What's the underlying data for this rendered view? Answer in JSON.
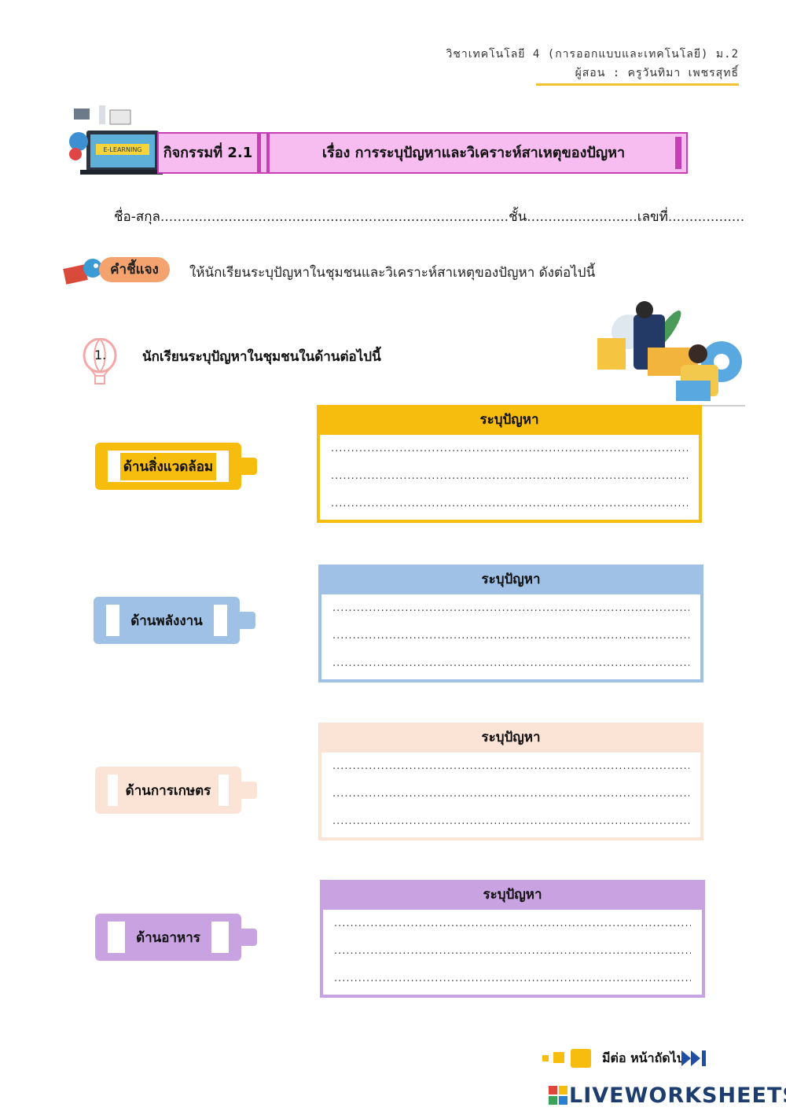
{
  "header": {
    "subject": "วิชาเทคโนโลยี 4 (การออกแบบและเทคโนโลยี) ม.2",
    "teacher": "ผู้สอน : ครูวันทิมา  เพชรสุทธิ์"
  },
  "banner": {
    "logo_text": "E-LEARNING",
    "activity": "กิจกรรมที่ 2.1",
    "title": "เรื่อง การระบุปัญหาและวิเคราะห์สาเหตุของปัญหา"
  },
  "student_line": {
    "name_label": "ชื่อ-สกุล",
    "class_label": "ชั้น",
    "number_label": "เลขที่"
  },
  "instruction": {
    "badge": "คำชี้แจง",
    "text": "ให้นักเรียนระบุปัญหาในชุมชนและวิเคราะห์สาเหตุของปัญหา ดังต่อไปนี้"
  },
  "question1": {
    "number": "1.",
    "text": "นักเรียนระบุปัญหาในชุมชนในด้านต่อไปนี้"
  },
  "categories": [
    {
      "label": "ด้านสิ่งแวดล้อม",
      "box_title": "ระบุปัญหา",
      "color": "#f6bd0f",
      "inner": "#f6bd0f"
    },
    {
      "label": "ด้านพลังงาน",
      "box_title": "ระบุปัญหา",
      "color": "#9fc1e6",
      "inner": "#9fc1e6"
    },
    {
      "label": "ด้านการเกษตร",
      "box_title": "ระบุปัญหา",
      "color": "#fbe3d6",
      "inner": "#fbe3d6"
    },
    {
      "label": "ด้านอาหาร",
      "box_title": "ระบุปัญหา",
      "color": "#c9a2e2",
      "inner": "#c9a2e2"
    }
  ],
  "footer": {
    "next_text": "มีต่อ หน้าถัดไป",
    "brand": "LIVEWORKSHEETS"
  },
  "colors": {
    "header_line": "#f2c230",
    "banner_bg": "#f7bdf0",
    "banner_border": "#c63fb4",
    "instruction_badge": "#f4a36f"
  }
}
